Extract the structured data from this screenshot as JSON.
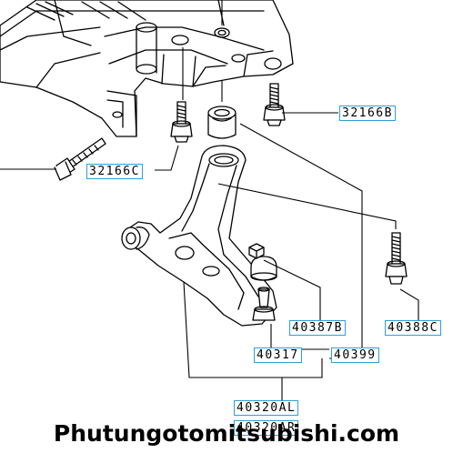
{
  "labels": {
    "p32166B": "32166B",
    "p32166C": "32166C",
    "p40387B": "40387B",
    "p40388C": "40388C",
    "p40317": "40317",
    "p40399": "40399",
    "p40320AL": "40320AL",
    "p40320AR": "40320AR"
  },
  "watermark": "Phutungotomitsubishi.com",
  "colors": {
    "line": "#000000",
    "label_border": "#2f9fd6",
    "background": "#ffffff"
  }
}
